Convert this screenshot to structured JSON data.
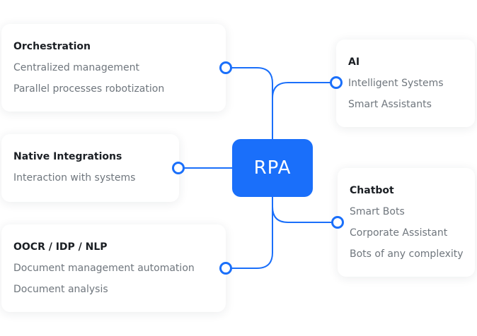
{
  "hub": {
    "label": "RPA"
  },
  "cards": {
    "orchestration": {
      "title": "Orchestration",
      "items": [
        "Centralized management",
        "Parallel processes robotization"
      ]
    },
    "native": {
      "title": "Native Integrations",
      "items": [
        "Interaction with systems"
      ]
    },
    "ocr": {
      "title": "OOCR / IDP / NLP",
      "items": [
        "Document management automation",
        "Document analysis"
      ]
    },
    "ai": {
      "title": "AI",
      "items": [
        "Intelligent Systems",
        "Smart Assistants"
      ]
    },
    "chatbot": {
      "title": "Chatbot",
      "items": [
        "Smart Bots",
        "Corporate Assistant",
        "Bots of any complexity"
      ]
    }
  },
  "colors": {
    "accent": "#1a6ffa",
    "title_text": "#1b1f24",
    "body_text": "#6f767d"
  }
}
